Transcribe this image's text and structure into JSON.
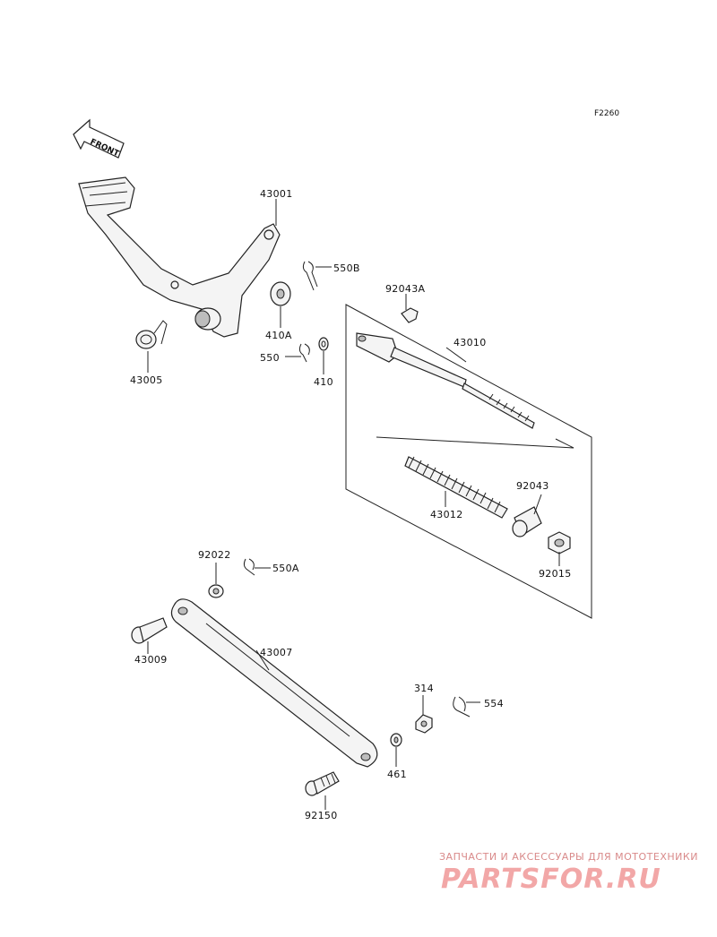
{
  "figure_code": "F2260",
  "front_label": "FRONT",
  "parts": {
    "p43001": "43001",
    "p43005": "43005",
    "p410A": "410A",
    "p550B": "550B",
    "p550": "550",
    "p410": "410",
    "p92043A": "92043A",
    "p43010": "43010",
    "p43012": "43012",
    "p92043": "92043",
    "p92015": "92015",
    "p92022": "92022",
    "p550A": "550A",
    "p43009": "43009",
    "p43007": "43007",
    "p314": "314",
    "p554": "554",
    "p461": "461",
    "p92150": "92150"
  },
  "watermark": {
    "tagline": "ЗАПЧАСТИ И АКСЕССУАРЫ ДЛЯ МОТОТЕХНИКИ",
    "logo": "PARTSFOR.RU"
  }
}
